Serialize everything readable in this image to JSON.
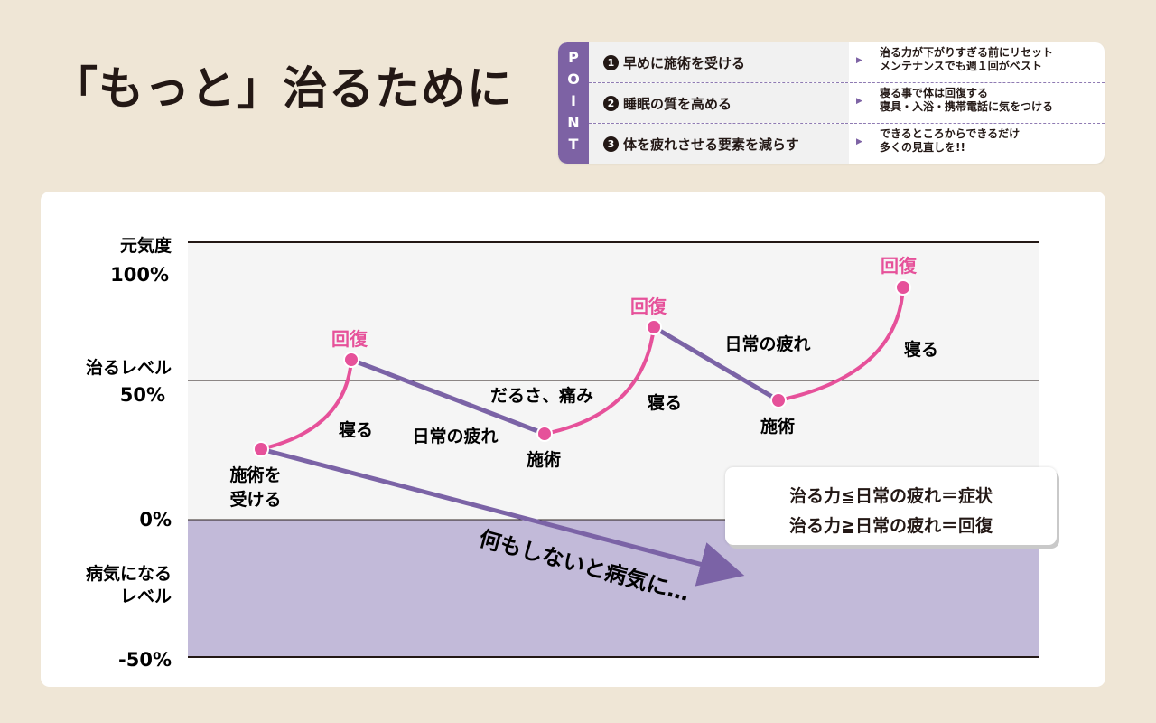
{
  "title": "「もっと」治るために",
  "point": {
    "tab_letters": [
      "P",
      "O",
      "I",
      "N",
      "T"
    ],
    "items": [
      {
        "num": "1",
        "label": "早めに施術を受ける",
        "desc": [
          "治る力が下がりすぎる前にリセット",
          "メンテナンスでも週１回がベスト"
        ]
      },
      {
        "num": "2",
        "label": "睡眠の質を高める",
        "desc": [
          "寝る事で体は回復する",
          "寝具・入浴・携帯電話に気をつける"
        ]
      },
      {
        "num": "3",
        "label": "体を疲れさせる要素を減らす",
        "desc": [
          "できるところからできるだけ",
          "多くの見直しを!!"
        ]
      }
    ]
  },
  "chart": {
    "y_labels": {
      "top_caption": "元気度",
      "v100": "100%",
      "heal_caption": "治るレベル",
      "v50": "50%",
      "v0": "0%",
      "sick_caption": [
        "病気になる",
        "レベル"
      ],
      "vm50": "-50%"
    },
    "colors": {
      "recovery": "#e6519a",
      "fatigue": "#7b63a6",
      "sick_zone": "#c2bad9",
      "chart_bg": "#f5f5f5"
    },
    "annotations": {
      "start": [
        "施術を",
        "受ける"
      ],
      "sleep": "寝る",
      "recover": "回復",
      "fatigue": "日常の疲れ",
      "treatment": "施術",
      "dull_pain": "だるさ、痛み",
      "decline": "何もしないと病気に…"
    },
    "equations": [
      "治る力≦日常の疲れ＝症状",
      "治る力≧日常の疲れ＝回復"
    ]
  }
}
